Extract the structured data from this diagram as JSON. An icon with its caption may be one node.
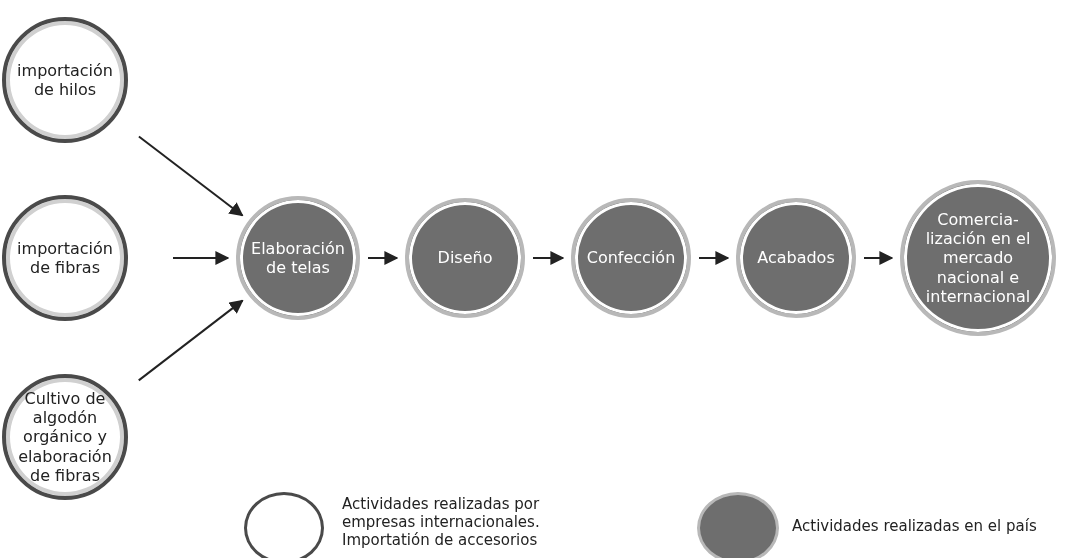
{
  "diagram": {
    "nodes": [
      {
        "text": [
          "importación de hilos"
        ]
      },
      {
        "text": [
          "importación de fibras"
        ]
      },
      {
        "text": [
          "Cultivo de algodón orgánico y elaboración de fibras"
        ]
      },
      {
        "text": [
          "Elaboración de telas"
        ]
      },
      {
        "text": [
          "Diseño"
        ]
      },
      {
        "text": [
          "Confección"
        ]
      },
      {
        "text": [
          "Acabados"
        ]
      },
      {
        "text": [
          "Comercia- lización en el mercado nacional e internacional"
        ]
      }
    ],
    "edges": [
      {
        "from": 0,
        "to": 3,
        "arrow": "to"
      },
      {
        "from": 1,
        "to": 3,
        "arrow": "to"
      },
      {
        "from": 2,
        "to": 3,
        "arrow": "to"
      },
      {
        "from": 3,
        "to": 4,
        "arrow": "to"
      },
      {
        "from": 4,
        "to": 5,
        "arrow": "to"
      },
      {
        "from": 5,
        "to": 6,
        "arrow": "to"
      },
      {
        "from": 6,
        "to": 7,
        "arrow": "to"
      }
    ],
    "legend": [
      {
        "text": "Actividades realizadas por empresas internacionales. Importatión de accesorios",
        "color": "#ffffff"
      },
      {
        "text": "Actividades realizadas en el país",
        "color": "#6e6e6e"
      }
    ]
  }
}
